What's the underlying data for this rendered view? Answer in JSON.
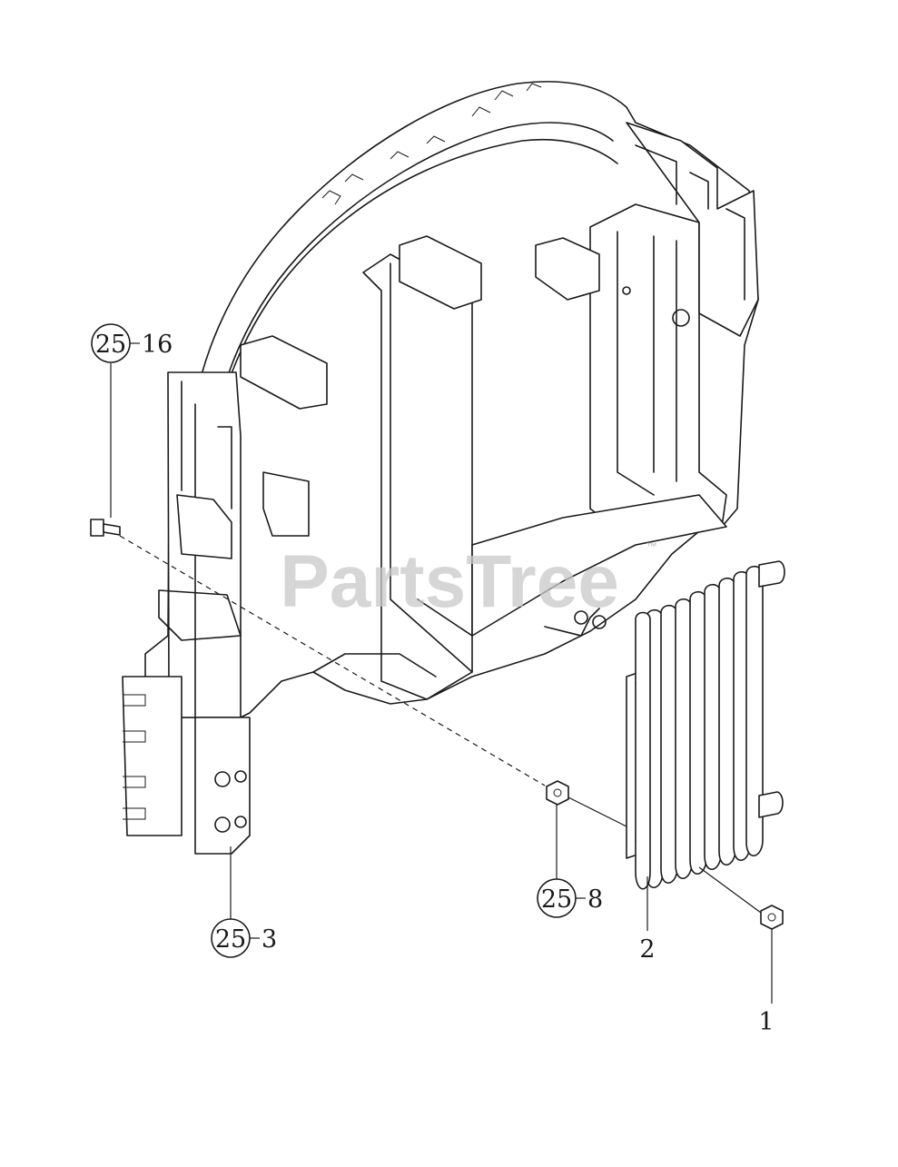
{
  "watermark": "PartsTree",
  "watermark_tm": "™",
  "callouts": [
    {
      "id": "25-16",
      "ref": "25",
      "suffix": "16"
    },
    {
      "id": "25-3",
      "ref": "25",
      "suffix": "3"
    },
    {
      "id": "25-8",
      "ref": "25",
      "suffix": "8"
    },
    {
      "id": "2",
      "ref": "",
      "suffix": "2"
    },
    {
      "id": "1",
      "ref": "",
      "suffix": "1"
    }
  ],
  "colors": {
    "line": "#1a1a1a",
    "background": "#ffffff",
    "watermark": "#c8c8c8"
  }
}
